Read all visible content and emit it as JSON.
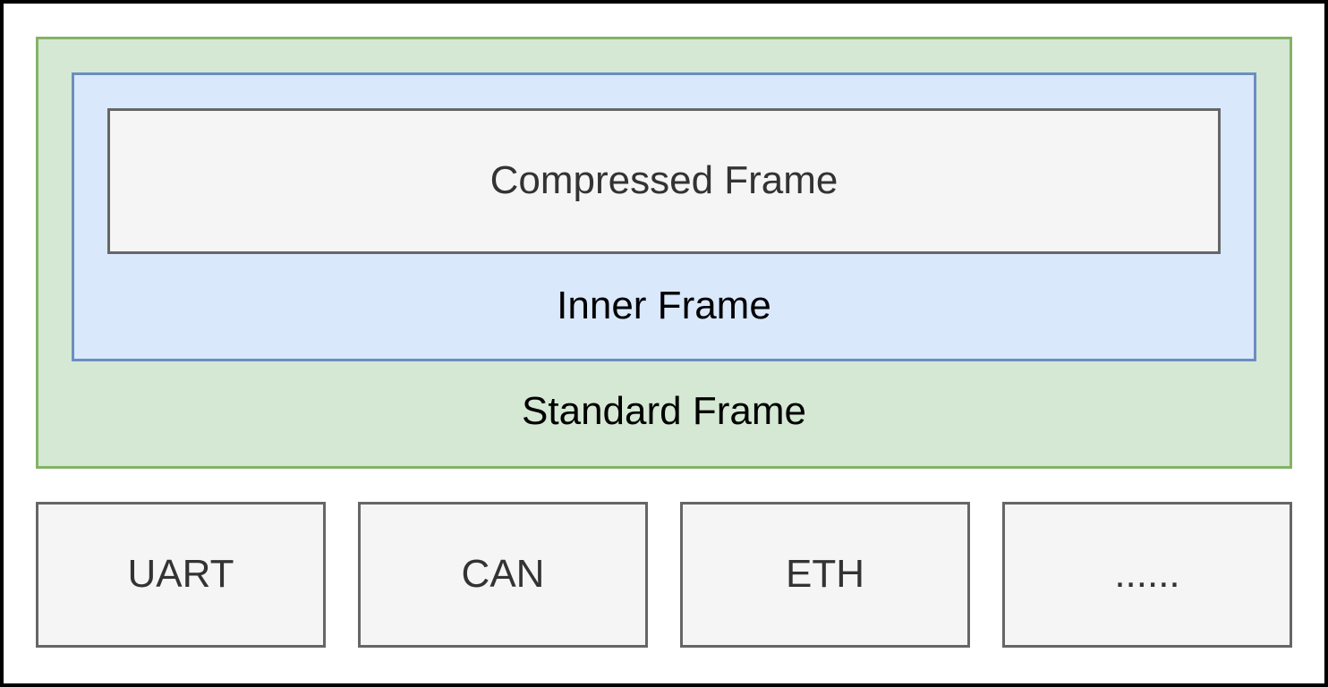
{
  "frames": {
    "standard": {
      "label": "Standard Frame",
      "fill": "#d5e8d4",
      "stroke": "#82b366"
    },
    "inner": {
      "label": "Inner Frame",
      "fill": "#dae8fc",
      "stroke": "#6c8ebf"
    },
    "compressed": {
      "label": "Compressed Frame",
      "fill": "#f5f5f5",
      "stroke": "#666666"
    }
  },
  "transports": [
    {
      "label": "UART"
    },
    {
      "label": "CAN"
    },
    {
      "label": "ETH"
    },
    {
      "label": "......"
    }
  ]
}
